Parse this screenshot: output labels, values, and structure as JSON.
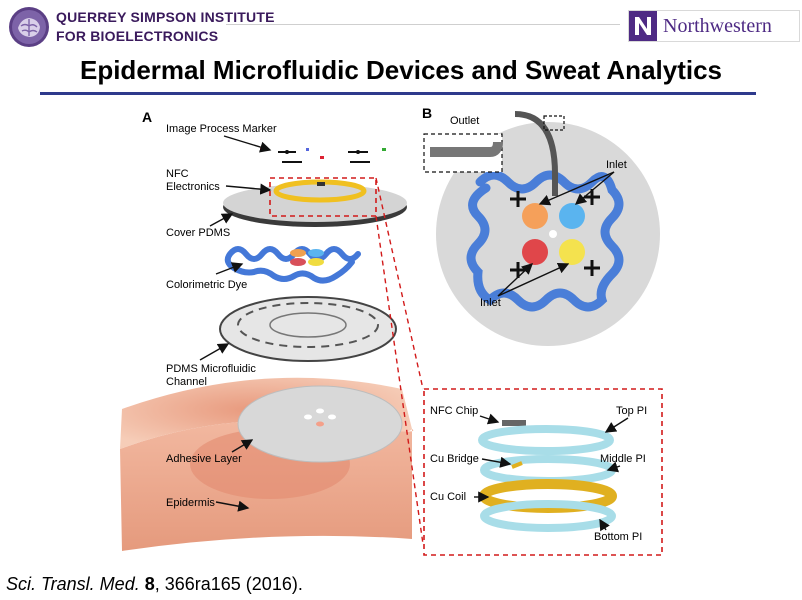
{
  "header": {
    "institute_line1": "QUERREY SIMPSON INSTITUTE",
    "institute_line2": "FOR BIOELECTRONICS",
    "university": "Northwestern",
    "colors": {
      "institute": "#3a1a5c",
      "northwestern": "#4e2a84",
      "title_rule": "#2e3a8c"
    }
  },
  "title": "Epidermal Microfluidic Devices and Sweat Analytics",
  "figure": {
    "panel_a": {
      "label": "A",
      "layers": {
        "image_marker": "Image Process Marker",
        "nfc": "NFC",
        "nfc2": "Electronics",
        "cover": "Cover PDMS",
        "dye": "Colorimetric Dye",
        "microfluidic": "PDMS Microfluidic",
        "microfluidic2": "Channel",
        "adhesive": "Adhesive Layer",
        "epidermis": "Epidermis"
      }
    },
    "panel_b": {
      "label": "B",
      "outlet": "Outlet",
      "inlet_top": "Inlet",
      "inlet_bottom": "Inlet",
      "dye_colors": [
        "#f5a05a",
        "#5ab4ef",
        "#e0464a",
        "#f4e24e"
      ]
    },
    "inset": {
      "nfc_chip": "NFC Chip",
      "top_pi": "Top PI",
      "cu_bridge": "Cu Bridge",
      "middle_pi": "Middle PI",
      "cu_coil": "Cu Coil",
      "bottom_pi": "Bottom PI"
    }
  },
  "citation": {
    "journal": "Sci. Transl. Med.",
    "volume": "8",
    "rest": ", 366ra165 (2016)."
  }
}
